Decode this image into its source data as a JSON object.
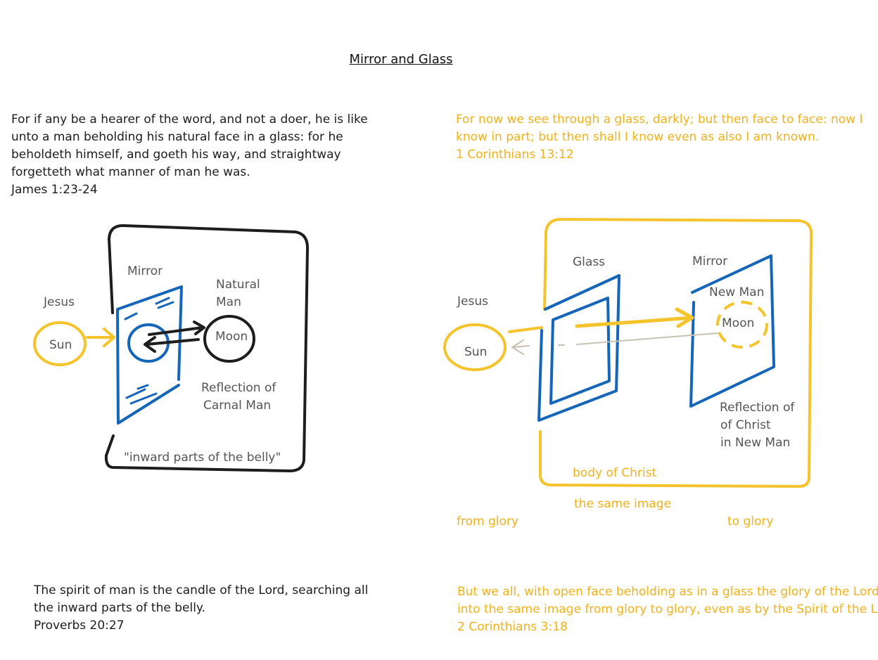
{
  "title": "Mirror and Glass",
  "colors": {
    "dark": "#1d1d1d",
    "gold": "#f5c32c",
    "blue": "#1566b8",
    "gray": "#c8c2b0",
    "label": "#555555"
  },
  "verses": {
    "james": {
      "lines": [
        "For if any be a hearer of the word, and not a doer, he is like",
        "unto a man beholding his natural face in a glass: for he",
        "beholdeth himself, and goeth his way, and straightway",
        "forgetteth what manner of man he was."
      ],
      "ref": "James 1:23-24"
    },
    "corinthians1": {
      "lines": [
        "For now we see through a glass, darkly; but then face to face: now I",
        "know in part; but then shall I know even as also I am known."
      ],
      "ref": "1 Corinthians 13:12"
    },
    "proverbs": {
      "lines": [
        "The spirit of man is the candle of the Lord, searching all",
        "the inward parts of the belly."
      ],
      "ref": "Proverbs 20:27"
    },
    "corinthians2": {
      "lines": [
        "But we all, with open face beholding as in a glass the glory of the Lord,",
        "into the same image from glory to glory, even as by the Spirit of the L"
      ],
      "ref": "2 Corinthians 3:18"
    }
  },
  "left_diagram": {
    "jesus": "Jesus",
    "sun": "Sun",
    "mirror": "Mirror",
    "natural_man": [
      "Natural",
      "Man"
    ],
    "moon": "Moon",
    "reflection": [
      "Reflection of",
      "Carnal Man"
    ],
    "belly": "\"inward parts of the belly\""
  },
  "right_diagram": {
    "jesus": "Jesus",
    "sun": "Sun",
    "glass": "Glass",
    "mirror": "Mirror",
    "new_man": "New Man",
    "moon": "Moon",
    "reflection": [
      "Reflection of",
      "of Christ",
      "in New Man"
    ],
    "body": "body of Christ",
    "same_image": "the same image",
    "from_glory": "from glory",
    "to_glory": "to glory"
  }
}
